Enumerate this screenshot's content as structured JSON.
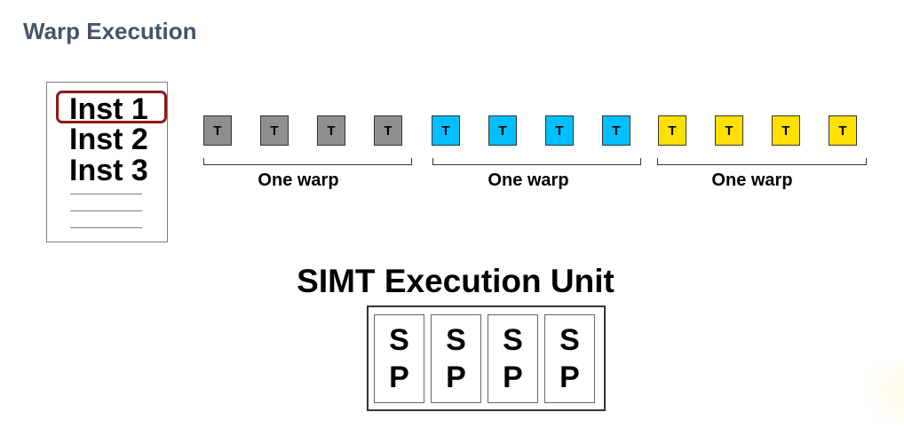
{
  "title": "Warp Execution",
  "instructions": {
    "items": [
      "Inst 1",
      "Inst 2",
      "Inst 3"
    ],
    "highlighted": "Inst 1",
    "highlight_color": "#8b1a1a"
  },
  "threads": {
    "label": "T",
    "warps": [
      {
        "label": "One warp",
        "color": "#8f8f8f",
        "count": 4
      },
      {
        "label": "One warp",
        "color": "#00bfff",
        "count": 4
      },
      {
        "label": "One warp",
        "color": "#ffe000",
        "count": 4
      }
    ]
  },
  "simt": {
    "title": "SIMT Execution Unit",
    "units": [
      {
        "top": "S",
        "bottom": "P"
      },
      {
        "top": "S",
        "bottom": "P"
      },
      {
        "top": "S",
        "bottom": "P"
      },
      {
        "top": "S",
        "bottom": "P"
      }
    ]
  }
}
